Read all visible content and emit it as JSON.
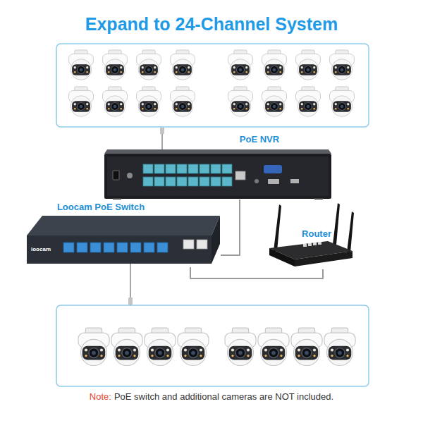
{
  "diagram": {
    "title": "Expand to 24-Channel System",
    "nodes": [
      {
        "text": [
          "PoE NVR"
        ]
      },
      {
        "text": [
          "Loocam PoE Switch"
        ]
      },
      {
        "text": [
          "Router"
        ]
      }
    ],
    "edges": [
      {
        "from": 0,
        "to": 1,
        "arrow": "none"
      },
      {
        "from": 1,
        "to": 2,
        "arrow": "none"
      }
    ],
    "labels": [
      "loocam",
      "Note:",
      "PoE switch and additional cameras are NOT included."
    ]
  }
}
